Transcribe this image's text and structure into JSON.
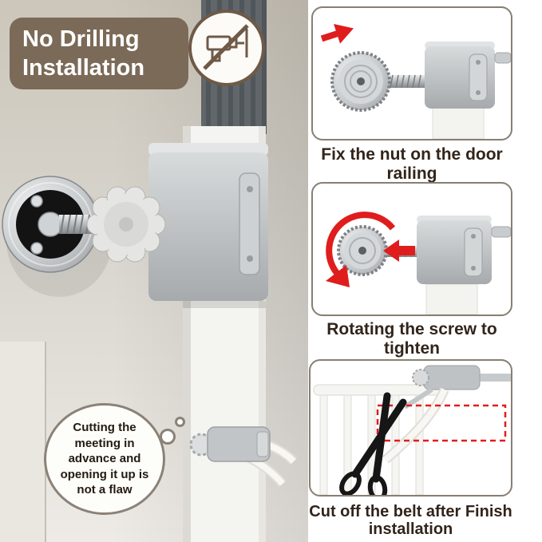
{
  "badge": {
    "line1": "No Drilling",
    "line2": "Installation"
  },
  "steps": [
    {
      "caption": "Fix the nut on the door railing"
    },
    {
      "caption": "Rotating the screw to tighten"
    },
    {
      "caption": "Cut off the belt after Finish installation"
    }
  ],
  "bubble": {
    "text": "Cutting the meeting in advance and opening it up is not a flaw"
  },
  "icons": {
    "no_drill": "crossed-out-drill",
    "step1_arrow": "red-arrow-right",
    "step2_rotate": "red-rotate-arrow",
    "step2_push": "red-arrow-left",
    "step3_scissors": "black-scissors"
  },
  "colors": {
    "badge_bg": "#7b6a58",
    "accent_red": "#e01d1d",
    "caption_text": "#32241a",
    "panel_border": "#877f72",
    "bubble_border": "#8b8277",
    "wall": "#d8d5ce"
  }
}
